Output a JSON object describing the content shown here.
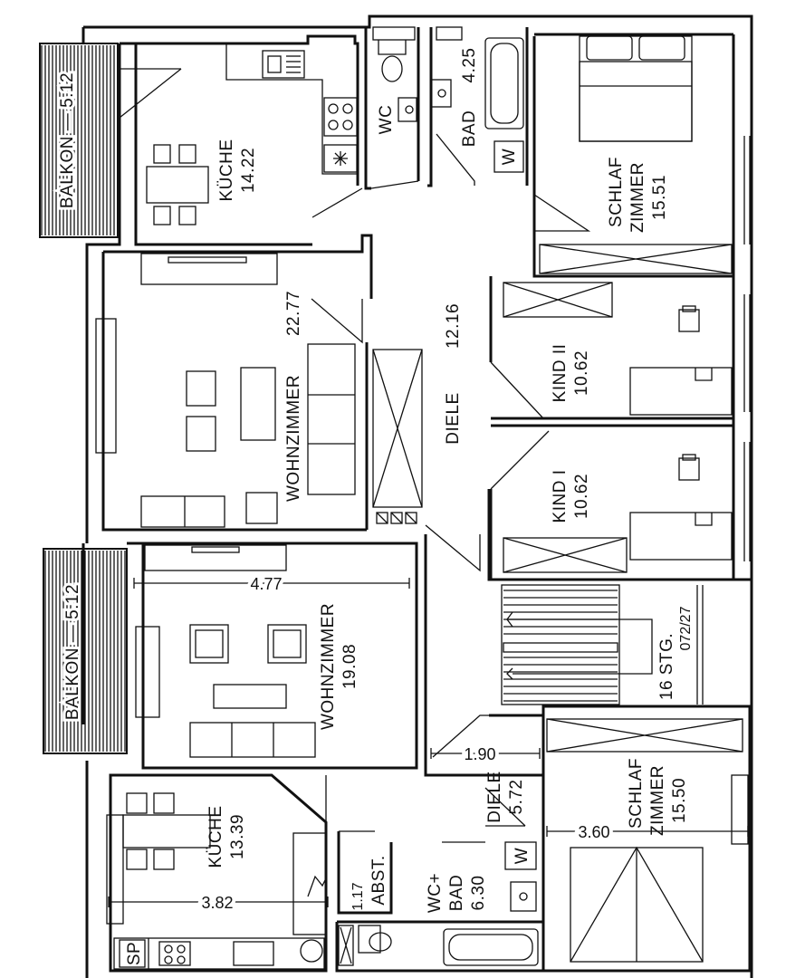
{
  "apartment_a": {
    "balkon": {
      "name": "BALKON",
      "area": "5.12"
    },
    "kueche": {
      "name": "KÜCHE",
      "area": "14.22"
    },
    "wc": {
      "name": "WC"
    },
    "bad": {
      "name": "BAD",
      "area": "4.25",
      "w_label": "W"
    },
    "schlafzimmer": {
      "name_line1": "SCHLAF",
      "name_line2": "ZIMMER",
      "area": "15.51"
    },
    "wohnzimmer": {
      "name": "WOHNZIMMER",
      "area": "22.77"
    },
    "diele": {
      "name": "DIELE",
      "area": "12.16"
    },
    "kind2": {
      "name": "KIND II",
      "area": "10.62"
    },
    "kind1": {
      "name": "KIND I",
      "area": "10.62"
    }
  },
  "apartment_b": {
    "balkon": {
      "name": "BALKON",
      "area": "5.12"
    },
    "wohnzimmer": {
      "name": "WOHNZIMMER",
      "area": "19.08",
      "width_dim": "4.77"
    },
    "kueche": {
      "name": "KÜCHE",
      "area": "13.39",
      "width_dim": "3.82",
      "sp": "SP"
    },
    "abst": {
      "name": "ABST.",
      "area": "1.17"
    },
    "wc_bad": {
      "name_line1": "WC+",
      "name_line2": "BAD",
      "area": "6.30",
      "w_label": "W"
    },
    "diele": {
      "name": "DIELE",
      "area": "5.72",
      "width_dim": "1.90"
    },
    "schlafzimmer": {
      "name_line1": "SCHLAF",
      "name_line2": "ZIMMER",
      "area": "15.50",
      "width_dim": "3.60"
    }
  },
  "stair": {
    "steps": "16 STG.",
    "ratio": "072/27"
  }
}
